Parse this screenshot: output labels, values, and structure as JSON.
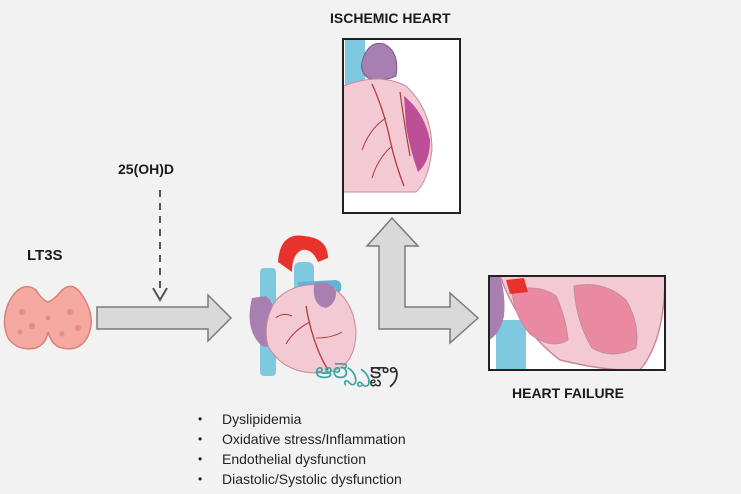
{
  "labels": {
    "ischemic": "ISCHEMIC HEART",
    "lt3s": "LT3S",
    "vitd": "25(OH)D",
    "failure": "HEART FAILURE"
  },
  "bullets": [
    "Dyslipidemia",
    "Oxidative stress/Inflammation",
    "Endothelial dysfunction",
    "Diastolic/Systolic dysfunction"
  ],
  "watermark": {
    "part1": "ఆల్",
    "part2": "స్పెక్ట్రా"
  },
  "colors": {
    "background": "#f2f2f2",
    "arrow_fill": "#d9d9d9",
    "arrow_stroke": "#7a7a7a",
    "thyroid": "#f5a9a0",
    "heart_pink": "#f3c9d4",
    "aorta_red": "#e8332c",
    "vessel_blue": "#7ec8e0",
    "atrium_purple": "#a77fb0",
    "ischemia_magenta": "#b33a8c"
  },
  "icons": [
    "thyroid-gland-icon",
    "heart-anatomy-icon",
    "ischemic-heart-icon",
    "heart-failure-section-icon"
  ]
}
